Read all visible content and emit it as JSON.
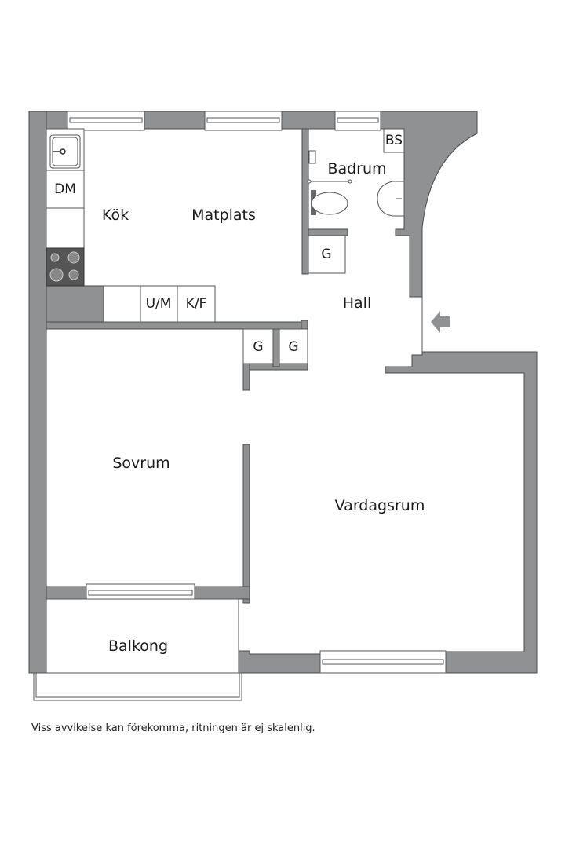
{
  "floorplan": {
    "rooms": {
      "kitchen": "Kök",
      "dining": "Matplats",
      "bathroom": "Badrum",
      "hall": "Hall",
      "bedroom": "Sovrum",
      "living_room": "Vardagsrum",
      "balcony": "Balkong"
    },
    "fixtures": {
      "dishwasher": "DM",
      "oven_micro": "U/M",
      "fridge_freezer": "K/F",
      "laundry_cabinet": "BS",
      "wardrobe_bath": "G",
      "wardrobe_1": "G",
      "wardrobe_2": "G"
    },
    "entrance_icon": "entrance-arrow-icon",
    "colors": {
      "wall": "#8f9192",
      "stove": "#555555",
      "background": "#ffffff"
    }
  },
  "footer": {
    "disclaimer": "Viss avvikelse kan förekomma, ritningen är ej skalenlig."
  }
}
